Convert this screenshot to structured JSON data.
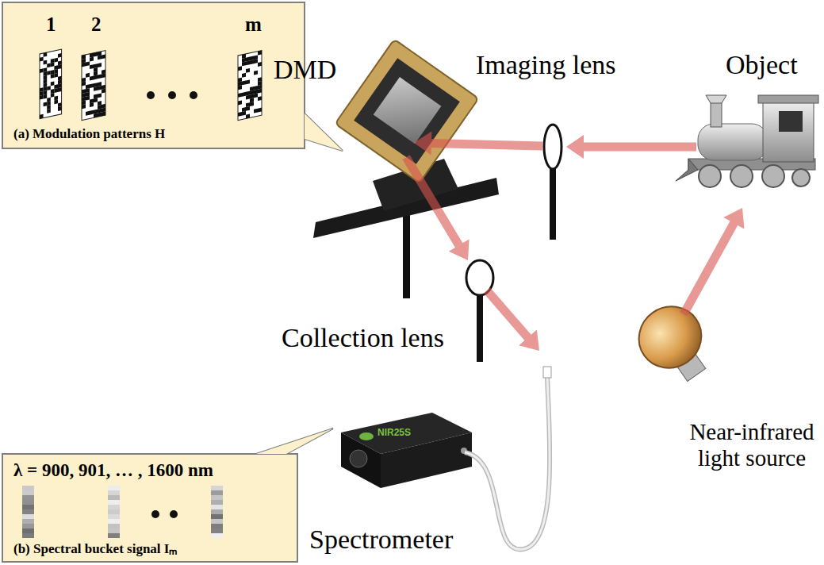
{
  "diagram": {
    "nodes": [
      {
        "text": [
          "1",
          "2",
          "m",
          "(a) Modulation patterns H"
        ]
      },
      {
        "text": [
          "λ = 900, 901, … , 1600 nm",
          "(b) Spectral bucket signal Iₘ"
        ]
      }
    ],
    "labels": [
      "DMD",
      "Imaging lens",
      "Object",
      "Collection lens",
      "Near-infrared light source",
      "Spectrometer",
      "NIR25S"
    ]
  }
}
